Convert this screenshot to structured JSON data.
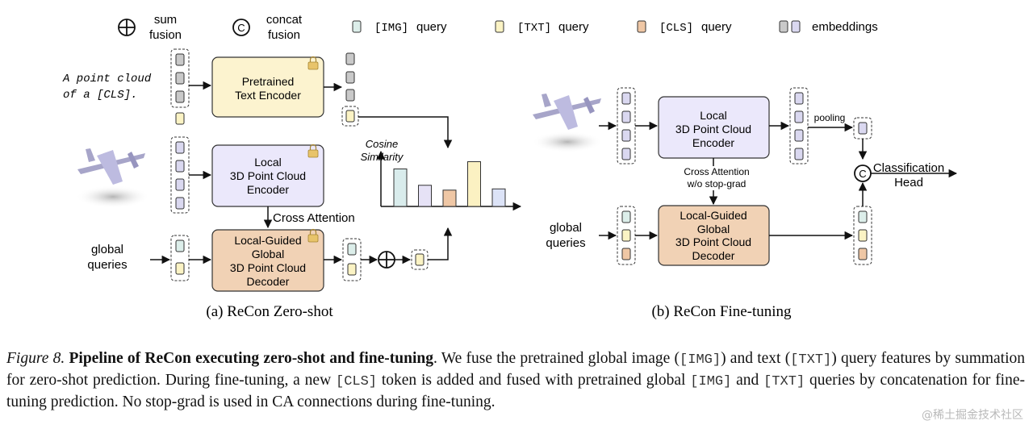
{
  "legend": {
    "sum_fusion": [
      "sum",
      "fusion"
    ],
    "concat_fusion": [
      "concat",
      "fusion"
    ],
    "img_query_tag": "[IMG]",
    "txt_query_tag": "[TXT]",
    "cls_query_tag": "[CLS]",
    "query_word": "query",
    "embeddings": "embeddings",
    "concat_symbol": "C"
  },
  "panel_a": {
    "prompt_lines": [
      "A point cloud",
      "of a [CLS]."
    ],
    "text_encoder": [
      "Pretrained",
      "Text Encoder"
    ],
    "point_encoder": [
      "Local",
      "3D Point Cloud",
      "Encoder"
    ],
    "decoder": [
      "Local-Guided",
      "Global",
      "3D Point Cloud",
      "Decoder"
    ],
    "cross_attention": "Cross Attention",
    "global_queries": [
      "global",
      "queries"
    ],
    "cosine": [
      "Cosine",
      "Similarity"
    ],
    "caption": "(a) ReCon Zero-shot",
    "bar_values": [
      0.62,
      0.35,
      0.27,
      0.74,
      0.29
    ],
    "bar_colors": [
      "#d9ecec",
      "#e6e2f6",
      "#efc7a5",
      "#fbf1c2",
      "#dce3f7"
    ]
  },
  "panel_b": {
    "point_encoder": [
      "Local",
      "3D Point Cloud",
      "Encoder"
    ],
    "decoder": [
      "Local-Guided",
      "Global",
      "3D Point Cloud",
      "Decoder"
    ],
    "cross_attention": [
      "Cross Attention",
      "w/o stop-grad"
    ],
    "pooling": "pooling",
    "global_queries": [
      "global",
      "queries"
    ],
    "head": [
      "Classification",
      "Head"
    ],
    "caption": "(b) ReCon Fine-tuning"
  },
  "caption": {
    "fig_label": "Figure 8.",
    "title": "Pipeline of ReCon executing zero-shot and fine-tuning",
    "t1": ". We fuse the pretrained global image (",
    "img": "[IMG]",
    "t2": ") and text (",
    "txt": "[TXT]",
    "t3": ") query features by summation for zero-shot prediction. During fine-tuning, a new ",
    "cls": "[CLS]",
    "t4": " token is added and fused with pretrained global ",
    "img2": "[IMG]",
    "t5": " and ",
    "txt2": "[TXT]",
    "t6": " queries by concatenation for fine-tuning prediction. No stop-grad is used in CA connections during fine-tuning."
  },
  "watermark": "@稀土掘金技术社区",
  "colors": {
    "img_token": "#dceeea",
    "txt_token": "#fbf3c4",
    "cls_token": "#efc7a5",
    "emb_gray": "#c9c9c9",
    "emb_lav": "#dad8f0",
    "text_encoder_fill": "#fcf3cf",
    "point_encoder_fill": "#ebe8fb",
    "decoder_fill": "#f1d2b5",
    "lock": "#e8c46a"
  }
}
